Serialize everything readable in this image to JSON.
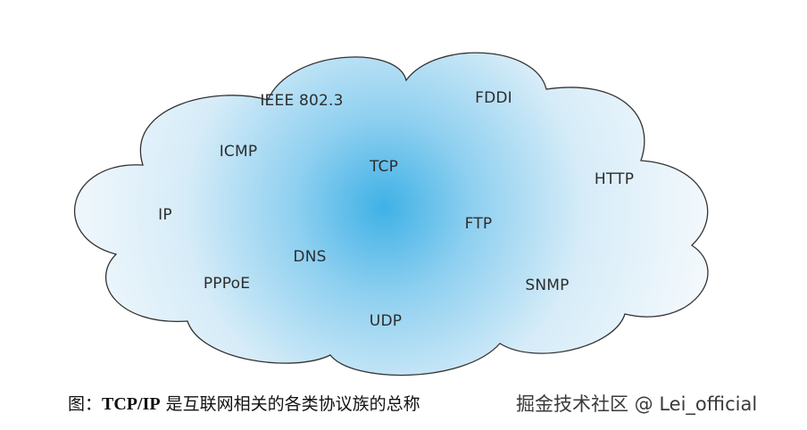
{
  "diagram": {
    "protocols": [
      {
        "id": "ieee",
        "label": "IEEE 802.3"
      },
      {
        "id": "fddi",
        "label": "FDDI"
      },
      {
        "id": "icmp",
        "label": "ICMP"
      },
      {
        "id": "tcp",
        "label": "TCP"
      },
      {
        "id": "http",
        "label": "HTTP"
      },
      {
        "id": "ip",
        "label": "IP"
      },
      {
        "id": "ftp",
        "label": "FTP"
      },
      {
        "id": "dns",
        "label": "DNS"
      },
      {
        "id": "pppoe",
        "label": "PPPoE"
      },
      {
        "id": "snmp",
        "label": "SNMP"
      },
      {
        "id": "udp",
        "label": "UDP"
      }
    ],
    "colors": {
      "center": "#3fb1e6",
      "edge": "#eef6fb",
      "outline": "#333333"
    }
  },
  "caption": {
    "prefix": "图：",
    "bold": "TCP/IP",
    "suffix": " 是互联网相关的各类协议族的总称"
  },
  "watermark": {
    "text": "掘金技术社区 @ Lei_official"
  }
}
